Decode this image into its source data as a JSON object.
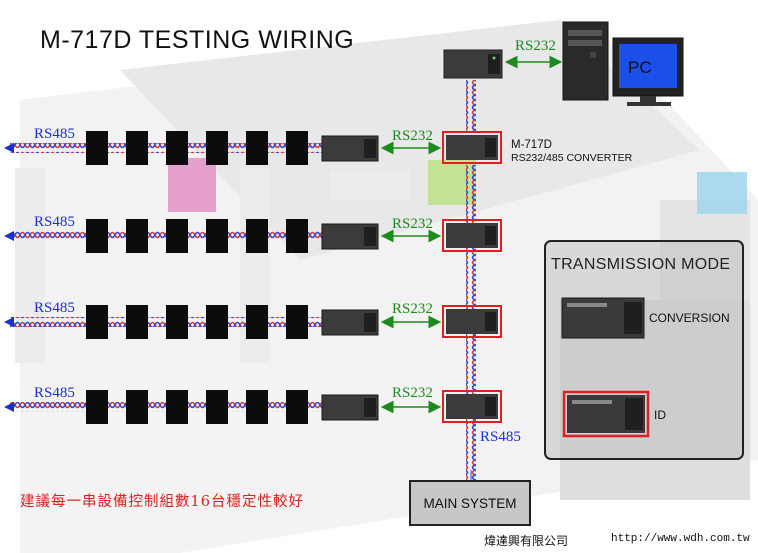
{
  "title": "M-717D TESTING WIRING",
  "labels": {
    "rs485": "RS485",
    "rs232": "RS232",
    "pc": "PC",
    "converter_name": "M-717D",
    "converter_desc": "RS232/485  CONVERTER",
    "transmission_mode": "TRANSMISSION MODE",
    "conversion": "CONVERSION",
    "id": "ID",
    "main_system": "MAIN SYSTEM",
    "note_chinese": "建議每一串設備控制組數16台穩定性較好",
    "company": "煒達興有限公司",
    "url": "http://www.wdh.com.tw"
  },
  "colors": {
    "rs485_label": "#1b2fd0",
    "rs232_label": "#1e8a1e",
    "highlight_box": "#e02020",
    "wire_red": "#d63a3a",
    "wire_blue": "#3148d8"
  },
  "rows": [
    {
      "name": "row-1",
      "rs485": "RS485",
      "rs232": "RS232"
    },
    {
      "name": "row-2",
      "rs485": "RS485",
      "rs232": "RS232"
    },
    {
      "name": "row-3",
      "rs485": "RS485",
      "rs232": "RS232"
    },
    {
      "name": "row-4",
      "rs485": "RS485",
      "rs232": "RS232"
    }
  ],
  "icons": [
    "converter-module-icon",
    "computer-tower-icon",
    "monitor-icon",
    "device-block-icon",
    "arrow-left-icon"
  ]
}
